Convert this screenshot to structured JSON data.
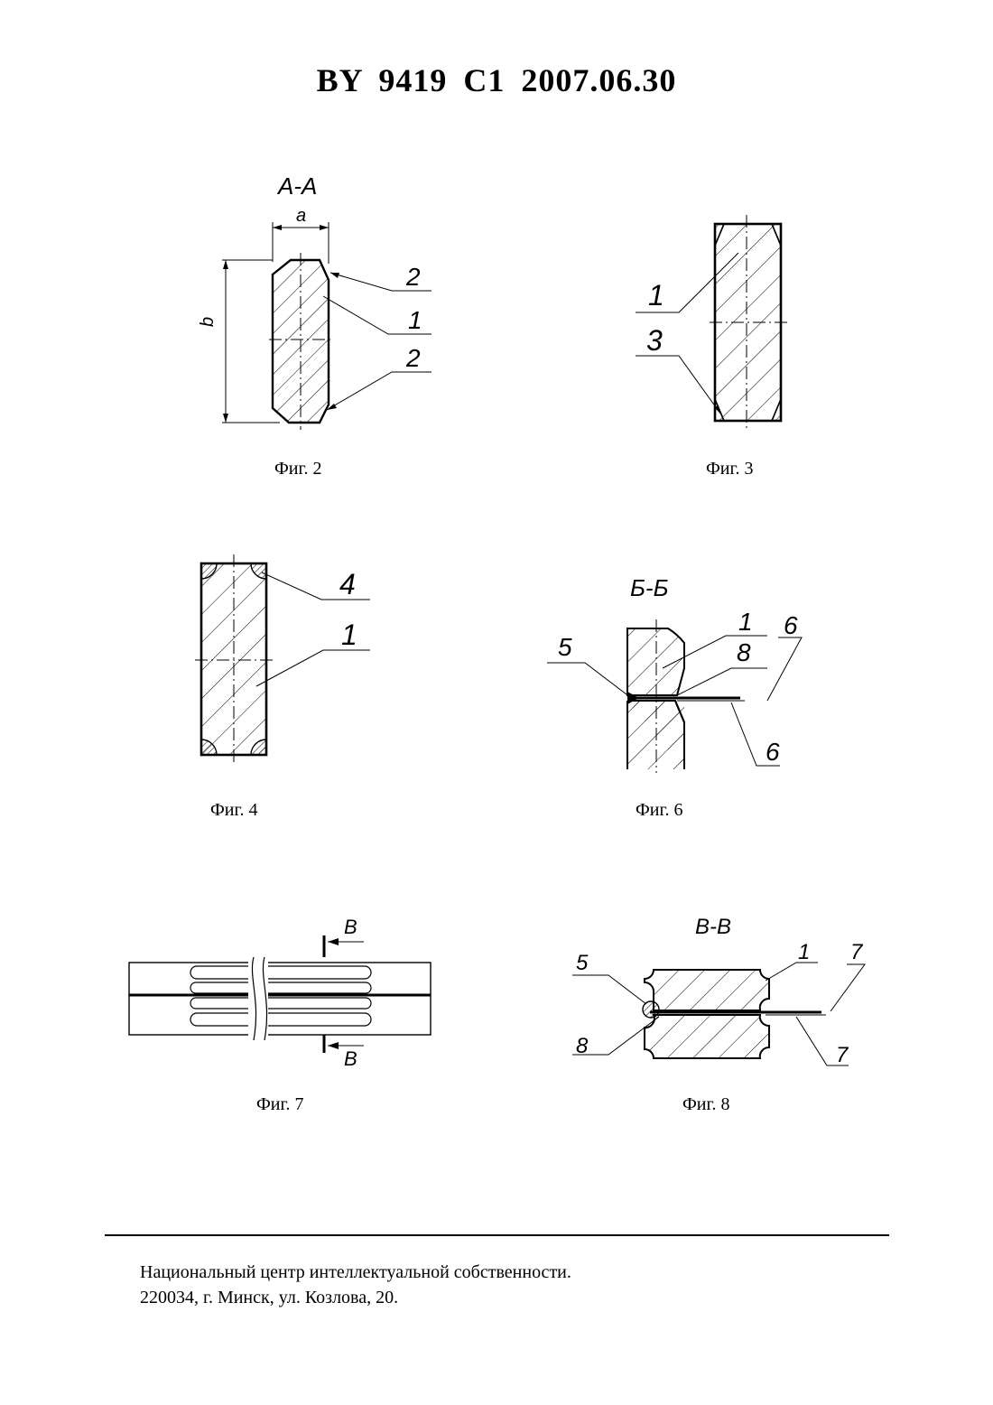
{
  "header": {
    "title": "BY 9419 C1 2007.06.30"
  },
  "figures": {
    "fig2": {
      "caption": "Фиг. 2",
      "section_label": "А-А",
      "dim_a": "a",
      "dim_b": "b",
      "callouts": [
        "2",
        "1",
        "2"
      ]
    },
    "fig3": {
      "caption": "Фиг. 3",
      "callouts": [
        "1",
        "3"
      ]
    },
    "fig4": {
      "caption": "Фиг. 4",
      "callouts": [
        "4",
        "1"
      ]
    },
    "fig6": {
      "caption": "Фиг. 6",
      "section_label": "Б-Б",
      "callouts": [
        "5",
        "1",
        "8",
        "6",
        "6"
      ]
    },
    "fig7": {
      "caption": "Фиг. 7",
      "section_marks": [
        "В",
        "В"
      ]
    },
    "fig8": {
      "caption": "Фиг. 8",
      "section_label": "В-В",
      "callouts": [
        "5",
        "1",
        "7",
        "8",
        "7"
      ]
    }
  },
  "footer": {
    "line1": "Национальный центр интеллектуальной собственности.",
    "line2": "220034, г. Минск, ул. Козлова, 20."
  },
  "colors": {
    "ink": "#000000",
    "paper": "#ffffff"
  }
}
